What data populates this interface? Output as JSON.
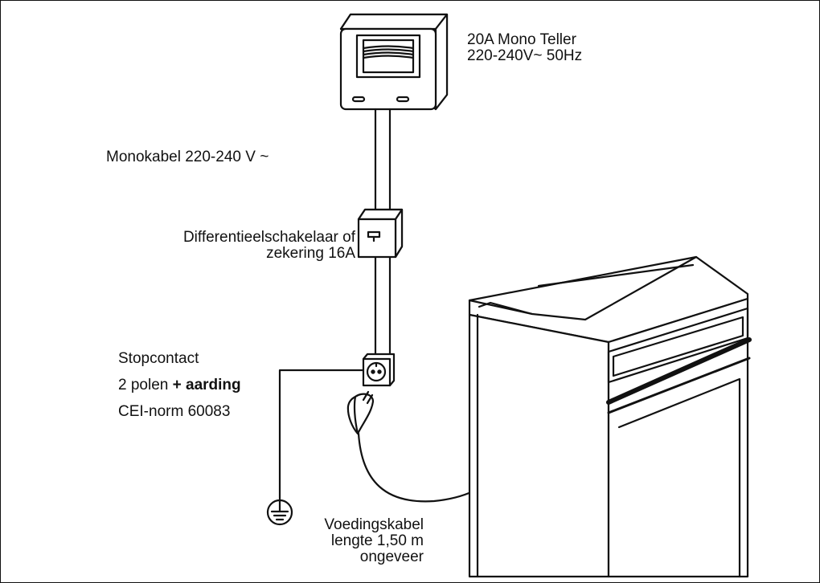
{
  "meter": {
    "line1": "20A Mono Teller",
    "line2": "220-240V~ 50Hz"
  },
  "mono_cable": "Monokabel 220-240 V ~",
  "breaker": {
    "line1": "Differentieelschakelaar of",
    "line2": "zekering 16A"
  },
  "socket": {
    "line1": "Stopcontact",
    "line2_prefix": "2 polen ",
    "line2_bold": "+ aarding",
    "line3": "CEI-norm 60083"
  },
  "supply_cable": {
    "line1": "Voedingskabel",
    "line2": "lengte 1,50 m",
    "line3": "ongeveer"
  }
}
